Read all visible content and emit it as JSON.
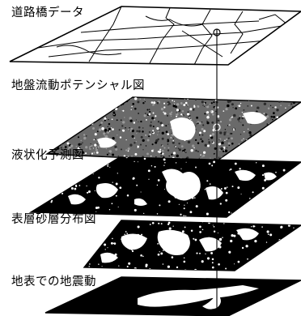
{
  "diagram": {
    "layers": [
      {
        "label": "道路橋データ",
        "style": "road-network"
      },
      {
        "label": "地盤流動ポテンシャル図",
        "style": "speckle"
      },
      {
        "label": "液状化予測図",
        "style": "blobs-dark"
      },
      {
        "label": "表層砂層分布図",
        "style": "blobs-mixed"
      },
      {
        "label": "地表での地震動",
        "style": "dark-with-band"
      }
    ],
    "colors": {
      "ink": "#000000",
      "paper": "#ffffff",
      "speckle_mid": "#555555"
    }
  }
}
